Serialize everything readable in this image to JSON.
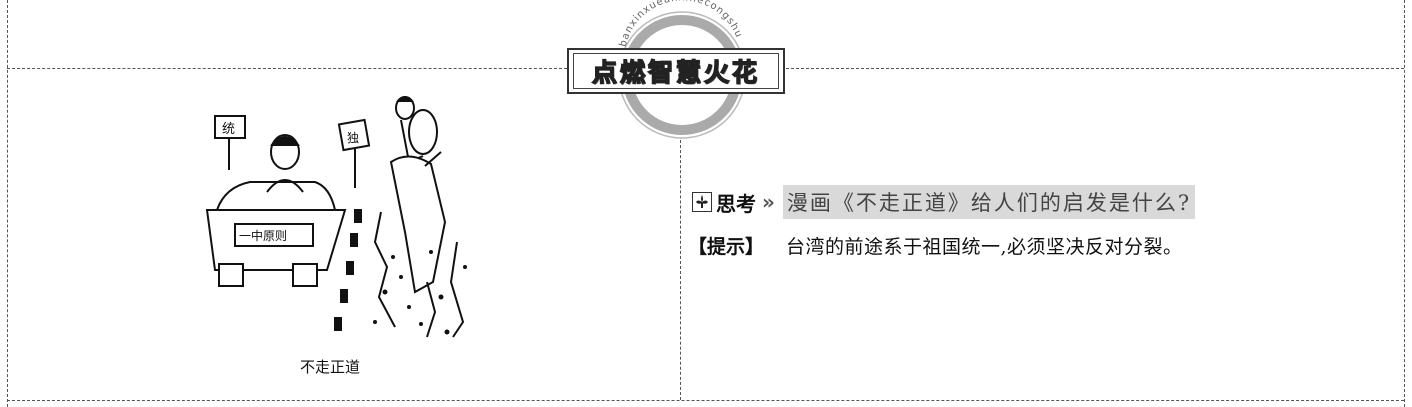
{
  "header": {
    "banner_title": "点燃智慧火花",
    "ring_text": "jinbanxinxueanxiliecongshu"
  },
  "left": {
    "cartoon": {
      "sign_left": "统",
      "sign_right": "独",
      "car_plate": "一中原则"
    },
    "caption": "不走正道"
  },
  "right": {
    "think_label": "思考",
    "chevrons": "»",
    "question": "漫画《不走正道》给人们的启发是什么?",
    "hint_label": "【提示】",
    "hint_text": "台湾的前途系于祖国统一,必须坚决反对分裂。"
  }
}
